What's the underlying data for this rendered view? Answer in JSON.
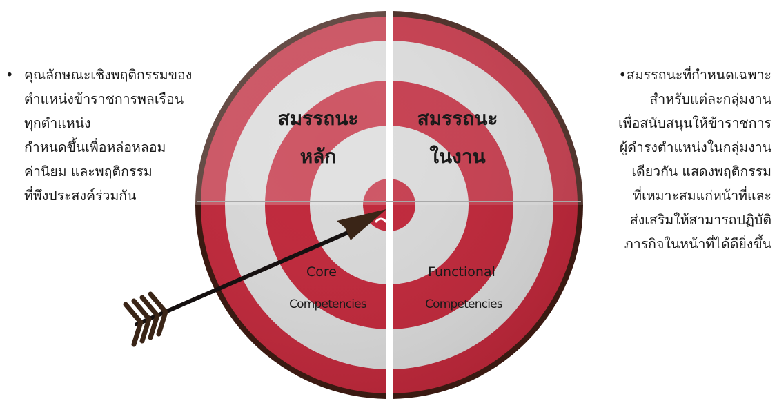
{
  "left_text": {
    "bullet": "•",
    "lines": [
      "คุณลักษณะเชิงพฤติกรรมของ",
      "ตำแหน่งข้าราชการพลเรือน",
      "ทุกตำแหน่ง",
      "กำหนดขึ้นเพื่อหล่อหลอม",
      "ค่านิยม และพฤติกรรม",
      "ที่พึงประสงค์ร่วมกัน"
    ]
  },
  "right_text": {
    "bullet": "•",
    "lines": [
      "สมรรถนะที่กำหนดเฉพาะ",
      "สำหรับแต่ละกลุ่มงาน",
      "เพื่อสนับสนุนให้ข้าราชการ",
      "ผู้ดำรงตำแหน่งในกลุ่มงาน",
      "เดียวกัน แสดงพฤติกรรม",
      "ที่เหมาะสมแก่หน้าที่และ",
      "ส่งเสริมให้สามารถปฏิบัติ",
      "ภารกิจในหน้าที่ได้ดียิ่งขึ้น"
    ]
  },
  "target": {
    "left_title_line1": "สมรรถนะ",
    "left_title_line2": "หลัก",
    "right_title_line1": "สมรรถนะ",
    "right_title_line2": "ในงาน",
    "left_en_line1": "Core",
    "left_en_line2": "Competencies",
    "right_en_line1": "Functional",
    "right_en_line2": "Competencies",
    "colors": {
      "red": "#c0273a",
      "light_ring": "#d9d9d9",
      "rim": "#3a1a12",
      "arrow": "#2b1a10"
    }
  }
}
